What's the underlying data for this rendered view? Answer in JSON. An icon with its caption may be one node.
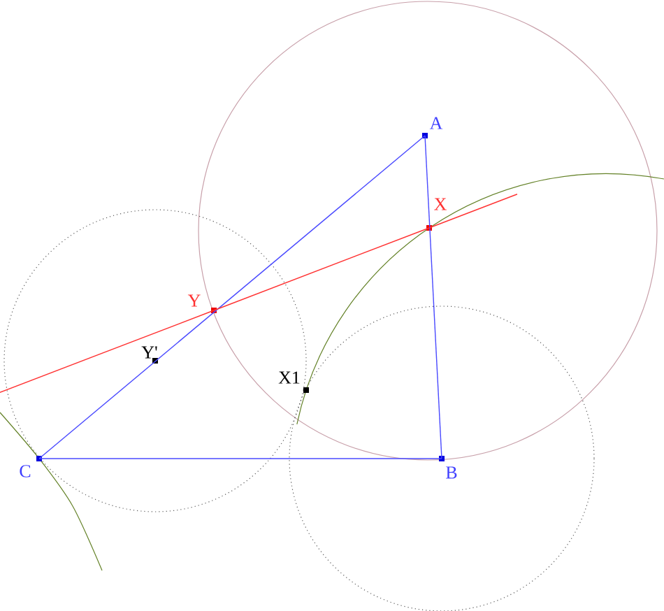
{
  "diagram": {
    "nodes": [
      {
        "text": [
          "A"
        ]
      },
      {
        "text": [
          "B"
        ]
      },
      {
        "text": [
          "C"
        ]
      },
      {
        "text": [
          "X"
        ]
      },
      {
        "text": [
          "Y"
        ]
      },
      {
        "text": [
          "Y'"
        ]
      },
      {
        "text": [
          "X1"
        ]
      }
    ],
    "edges": [
      {
        "from": 2,
        "to": 0,
        "arrow": "none"
      },
      {
        "from": 0,
        "to": 1,
        "arrow": "none"
      },
      {
        "from": 2,
        "to": 1,
        "arrow": "none"
      },
      {
        "from": 4,
        "to": 3,
        "arrow": "none",
        "color": "#ff3333"
      }
    ]
  }
}
